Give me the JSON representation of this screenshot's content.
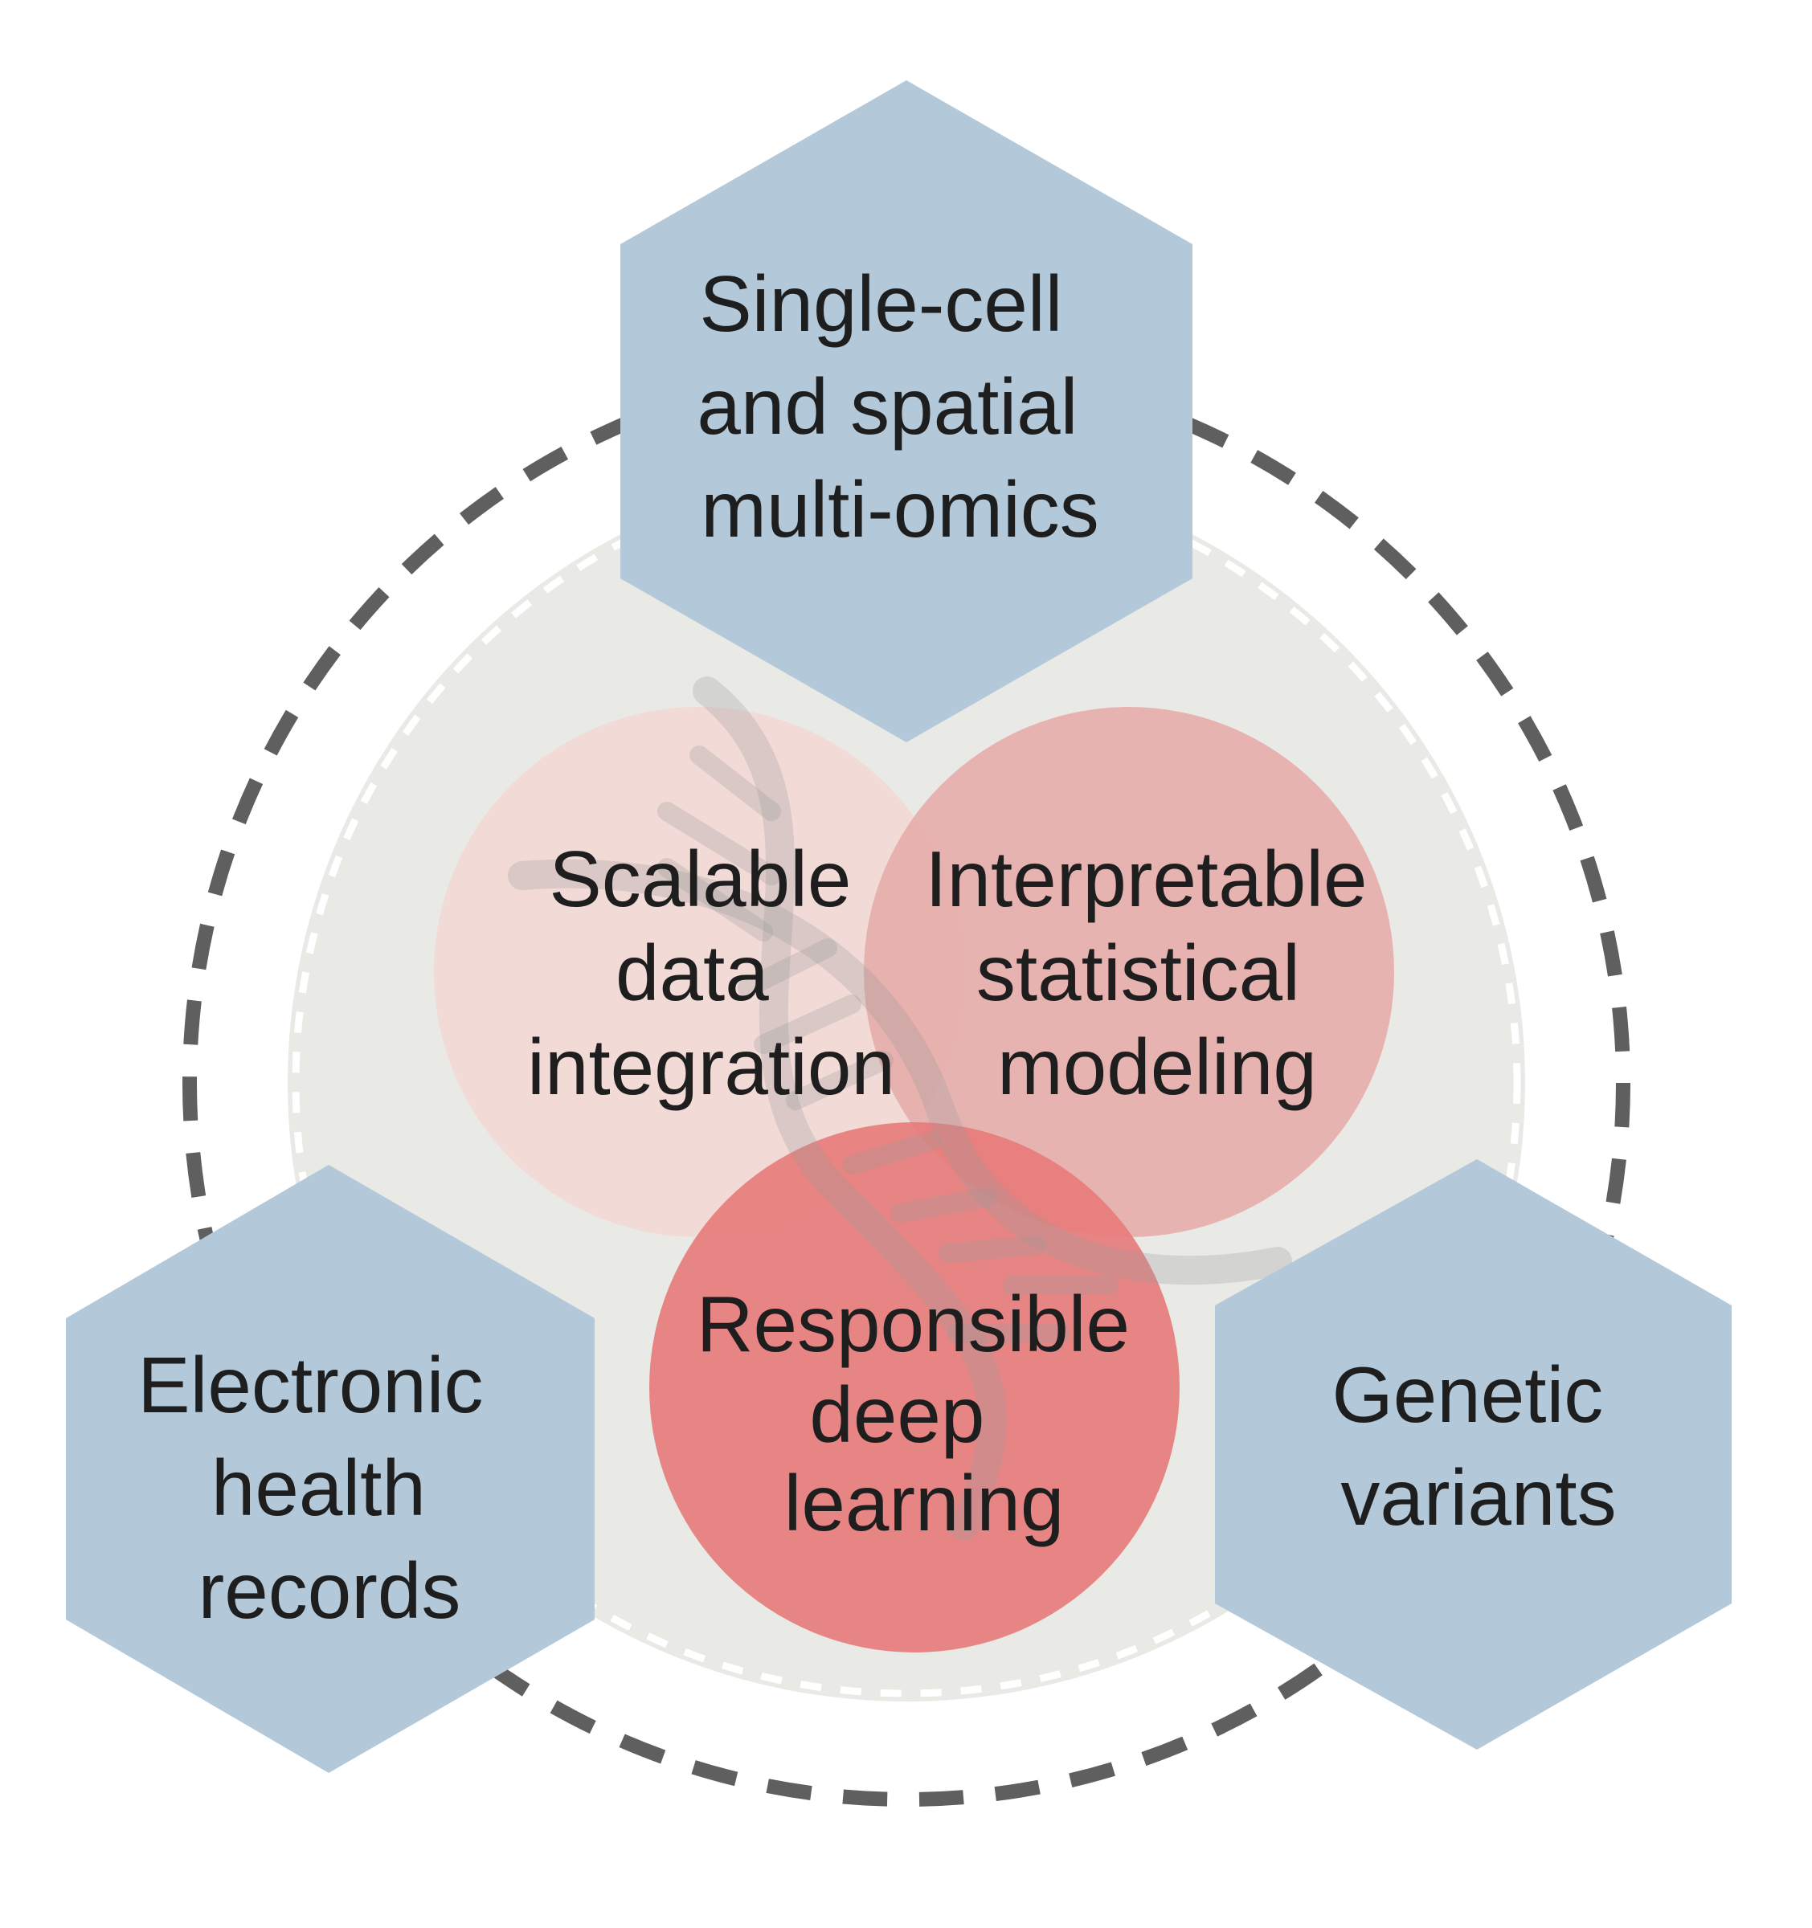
{
  "colors": {
    "background": "#ffffff",
    "outer_dashed_ring": "#5f5f5f",
    "inner_disc": "#e9e9e6",
    "inner_disc_border": "#ffffff",
    "hexagon_fill": "#b3c8d8",
    "circle_scalable": "#f2d8d5",
    "circle_interpretable": "#e5a9a7",
    "circle_responsible": "#e77a79",
    "dna_watermark": "#9a9a9a",
    "text": "#1e1e1e"
  },
  "decorations": [
    "dna-helix-watermark"
  ],
  "hexagons": {
    "top": {
      "lines": [
        "Single-cell",
        "and spatial",
        "multi-omics"
      ]
    },
    "bottom_left": {
      "lines": [
        "Electronic",
        "health",
        "records"
      ]
    },
    "bottom_right": {
      "lines": [
        "Genetic",
        "variants"
      ]
    }
  },
  "circles": {
    "scalable": {
      "lines": [
        "Scalable",
        "data",
        "integration"
      ]
    },
    "interpretable": {
      "lines": [
        "Interpretable",
        "statistical",
        "modeling"
      ]
    },
    "responsible": {
      "lines": [
        "Responsible",
        "deep",
        "learning"
      ]
    }
  }
}
